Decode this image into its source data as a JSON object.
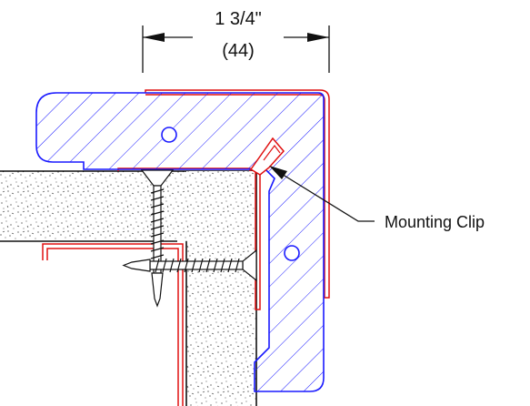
{
  "dimension": {
    "imperial": "1 3/4\"",
    "metric": "(44)"
  },
  "callout": {
    "label": "Mounting Clip"
  },
  "colors": {
    "trim_profile": "#1a1aff",
    "sheet_metal": "#e01010",
    "insulation_speckle": "#222222",
    "line": "#111111"
  }
}
